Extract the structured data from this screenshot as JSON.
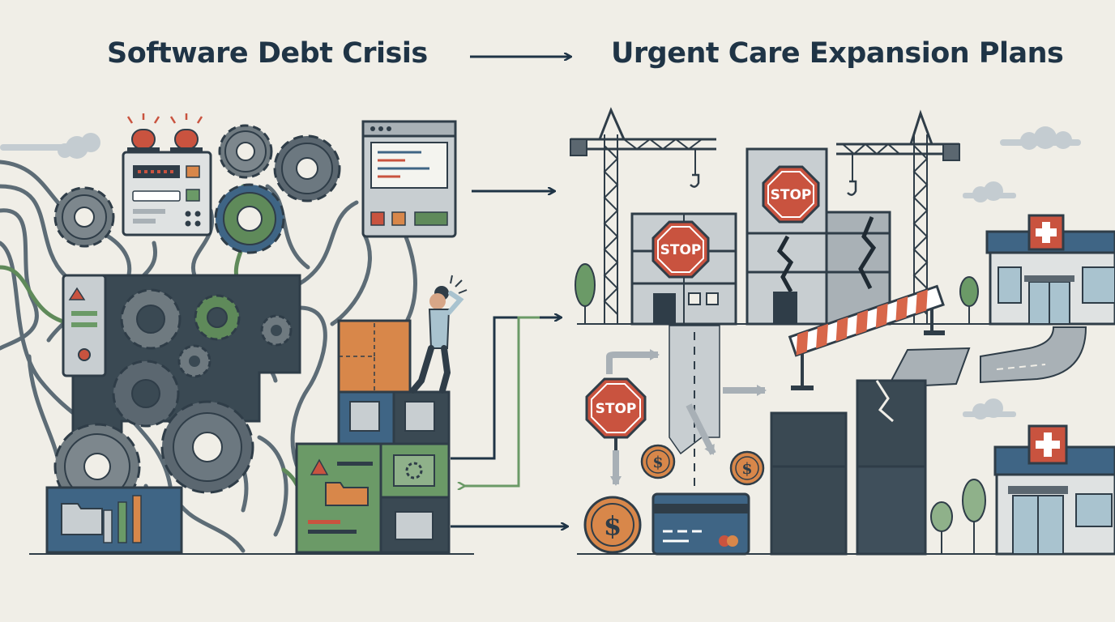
{
  "titles": {
    "left": "Software Debt Crisis",
    "right": "Urgent Care Expansion Plans"
  },
  "signs": {
    "stop_label": "STOP",
    "currency_symbol": "$"
  },
  "colors": {
    "navy": "#1f3446",
    "gear_gray": "#6f7a80",
    "accent_green": "#5f8a5a",
    "accent_orange": "#d8874a",
    "stop_red": "#c9533f",
    "clinic_blue": "#3f6585",
    "background": "#f0eee7"
  },
  "icons": [
    "gear-icon",
    "alarm-light-icon",
    "warning-icon",
    "folder-icon",
    "stop-sign-icon",
    "construction-crane-icon",
    "dollar-coin-icon",
    "credit-card-icon",
    "medical-cross-icon",
    "tree-icon",
    "arrow-right-icon"
  ]
}
